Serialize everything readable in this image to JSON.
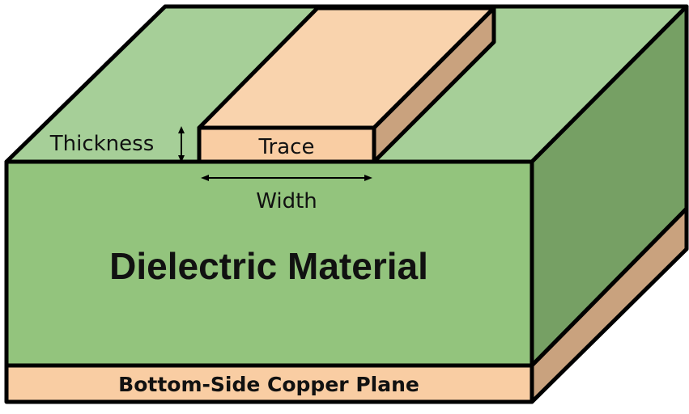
{
  "labels": {
    "thickness": "Thickness",
    "trace": "Trace",
    "width": "Width",
    "dielectric": "Dielectric Material",
    "copper_plane": "Bottom-Side Copper Plane"
  },
  "colors": {
    "dielectric_top": "#a6cf98",
    "dielectric_front": "#93c47d",
    "dielectric_side": "#76a064",
    "copper_front": "#f9cda3",
    "copper_side": "#c9a27e",
    "outline": "#000000"
  }
}
